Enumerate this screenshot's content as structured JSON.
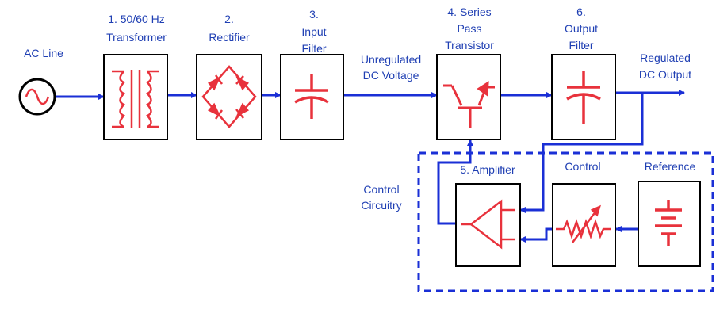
{
  "labels": {
    "ac_line": "AC Line",
    "transformer_1": "1. 50/60  Hz",
    "transformer_2": "Transformer",
    "rectifier_1": "2.",
    "rectifier_2": "Rectifier",
    "input_filter_1": "3.",
    "input_filter_2": "Input",
    "input_filter_3": "Filter",
    "unregulated_1": "Unregulated",
    "unregulated_2": "DC Voltage",
    "series_pass_1": "4. Series",
    "series_pass_2": "Pass",
    "series_pass_3": "Transistor",
    "output_filter_1": "6.",
    "output_filter_2": "Output",
    "output_filter_3": "Filter",
    "regulated_1": "Regulated",
    "regulated_2": "DC Output",
    "amplifier": "5. Amplifier",
    "control": "Control",
    "reference": "Reference",
    "control_circuitry_1": "Control",
    "control_circuitry_2": "Circuitry"
  },
  "colors": {
    "label_text": "#1f3fb3",
    "wire": "#1a2fd6",
    "symbol": "#e8323c",
    "box_border": "#000000"
  }
}
